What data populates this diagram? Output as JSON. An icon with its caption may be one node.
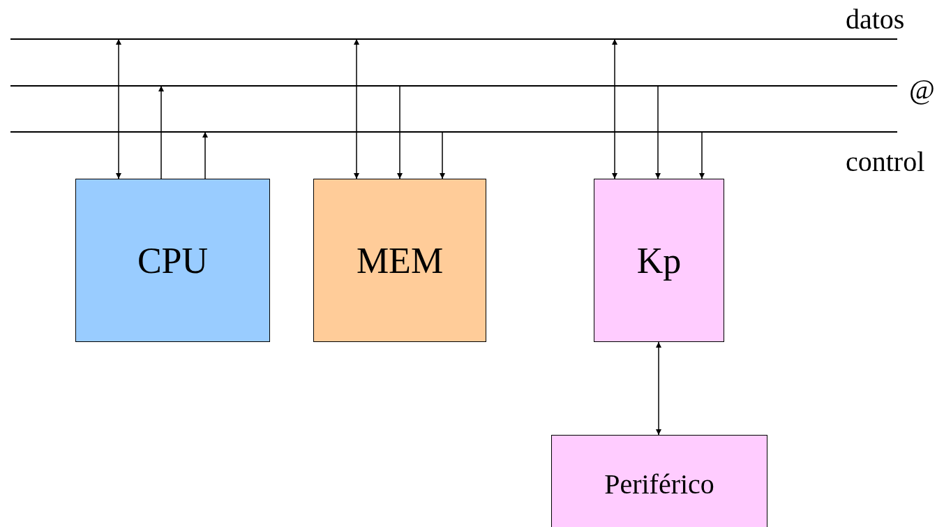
{
  "diagram": {
    "nodes": [
      {
        "text": [
          "datos"
        ]
      },
      {
        "text": [
          "@"
        ]
      },
      {
        "text": [
          "control"
        ]
      },
      {
        "text": [
          "CPU"
        ]
      },
      {
        "text": [
          "MEM"
        ]
      },
      {
        "text": [
          "Kp"
        ]
      },
      {
        "text": [
          "Periférico"
        ]
      }
    ],
    "edges": [
      {
        "from": 3,
        "to": 0,
        "arrow": "both"
      },
      {
        "from": 3,
        "to": 1,
        "arrow": "to"
      },
      {
        "from": 3,
        "to": 2,
        "arrow": "to"
      },
      {
        "from": 0,
        "to": 4,
        "arrow": "both"
      },
      {
        "from": 1,
        "to": 4,
        "arrow": "to"
      },
      {
        "from": 2,
        "to": 4,
        "arrow": "to"
      },
      {
        "from": 0,
        "to": 5,
        "arrow": "both"
      },
      {
        "from": 1,
        "to": 5,
        "arrow": "to"
      },
      {
        "from": 2,
        "to": 5,
        "arrow": "to"
      },
      {
        "from": 5,
        "to": 6,
        "arrow": "both"
      }
    ]
  }
}
